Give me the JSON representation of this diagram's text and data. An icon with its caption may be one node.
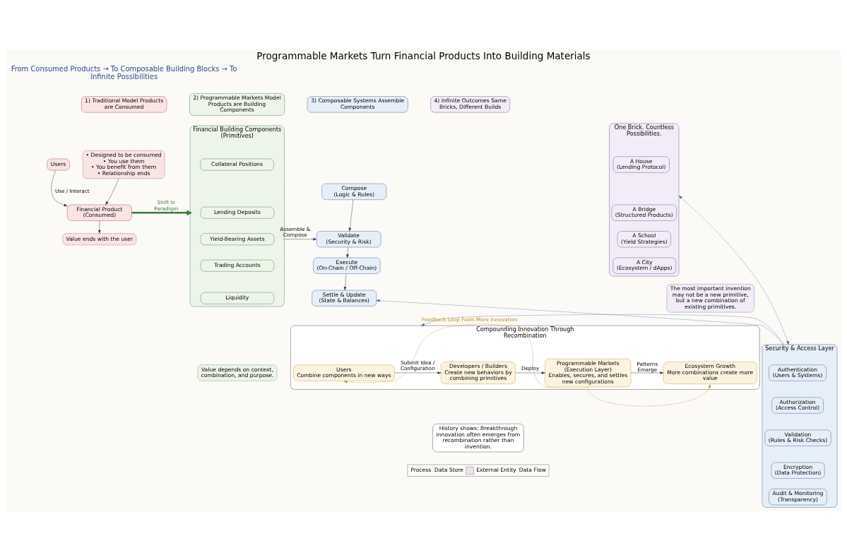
{
  "diagram": {
    "title": "Programmable Markets Turn Financial Products Into Building Materials",
    "nodes": [
      {
        "text": [
          "1) Traditional Model Products are Consumed"
        ]
      },
      {
        "text": [
          "2) Programmable Markets Model Products are Building Components"
        ]
      },
      {
        "text": [
          "3) Composable Systems Assemble Components"
        ]
      },
      {
        "text": [
          "4) Infinite Outcomes Same Bricks, Different Builds"
        ]
      },
      {
        "text": [
          "• Designed to be consumed",
          "• You use them",
          "• You benefit from them",
          "• Relationship ends"
        ]
      },
      {
        "text": [
          "Users"
        ]
      },
      {
        "text": [
          "Financial Product",
          "(Consumed)"
        ]
      },
      {
        "text": [
          "Value ends with the user"
        ]
      },
      {
        "text": [
          "Financial Building Components (Primitives)"
        ]
      },
      {
        "text": [
          "Collateral Positions"
        ],
        "in": 8
      },
      {
        "text": [
          "Lending Deposits"
        ],
        "in": 8
      },
      {
        "text": [
          "Yield-Bearing Assets"
        ],
        "in": 8
      },
      {
        "text": [
          "Trading Accounts"
        ],
        "in": 8
      },
      {
        "text": [
          "Liquidity"
        ],
        "in": 8
      },
      {
        "text": [
          "Value depends on context, combination, and purpose."
        ]
      },
      {
        "text": [
          "Compose",
          "(Logic & Rules)"
        ]
      },
      {
        "text": [
          "Validate",
          "(Security & Risk)"
        ]
      },
      {
        "text": [
          "Execute",
          "(On-Chain / Off-Chain)"
        ]
      },
      {
        "text": [
          "Settle & Update",
          "(State & Balances)"
        ]
      },
      {
        "text": [
          "One Brick. Countless Possibilities."
        ]
      },
      {
        "text": [
          "A House",
          "(Lending Protocol)"
        ],
        "in": 19
      },
      {
        "text": [
          "A Bridge",
          "(Structured Products)"
        ],
        "in": 19
      },
      {
        "text": [
          "A School",
          "(Yield Strategies)"
        ],
        "in": 19
      },
      {
        "text": [
          "A City",
          "(Ecosystem / dApps)"
        ],
        "in": 19
      },
      {
        "text": [
          "The most important invention may not be a new primitive, but a new combination of existing primitives."
        ]
      },
      {
        "text": [
          "Security & Access Layer"
        ]
      },
      {
        "text": [
          "Authentication",
          "(Users & Systems)"
        ],
        "in": 25
      },
      {
        "text": [
          "Authorization",
          "(Access Control)"
        ],
        "in": 25
      },
      {
        "text": [
          "Validation",
          "(Rules & Risk Checks)"
        ],
        "in": 25
      },
      {
        "text": [
          "Encryption",
          "(Data Protection)"
        ],
        "in": 25
      },
      {
        "text": [
          "Audit & Monitoring",
          "(Transparency)"
        ],
        "in": 25
      },
      {
        "text": [
          "Compounding Innovation Through Recombination"
        ]
      },
      {
        "text": [
          "Users",
          "Combine components in new ways"
        ],
        "in": 31
      },
      {
        "text": [
          "Developers / Builders",
          "Create new behaviors by combining primitives"
        ],
        "in": 31
      },
      {
        "text": [
          "Programmable Markets (Execution Layer)",
          "Enables, secures, and settles new configurations"
        ],
        "in": 31
      },
      {
        "text": [
          "Ecosystem Growth",
          "More combinations create more value"
        ],
        "in": 31
      },
      {
        "text": [
          "History shows: Breakthrough innovation often emerges from recombination rather than invention."
        ]
      }
    ],
    "edges": [
      {
        "from": 4,
        "to": 6,
        "arrow": "to"
      },
      {
        "from": 5,
        "to": 6,
        "arrow": "to",
        "label": "Use / Interact"
      },
      {
        "from": 6,
        "to": 7,
        "arrow": "to"
      },
      {
        "from": 6,
        "to": 8,
        "arrow": "to",
        "label": "Shift in Paradigm",
        "style": "thick",
        "color": "#3f7a3a"
      },
      {
        "from": 8,
        "to": 16,
        "arrow": "to",
        "label": "Assemble & Compose"
      },
      {
        "from": 15,
        "to": 16,
        "arrow": "to"
      },
      {
        "from": 16,
        "to": 17,
        "arrow": "to"
      },
      {
        "from": 17,
        "to": 18,
        "arrow": "to"
      },
      {
        "from": 19,
        "to": 25,
        "arrow": "both",
        "style": "dashed",
        "color": "#3a5f9a"
      },
      {
        "from": 25,
        "to": 18,
        "arrow": "to",
        "style": "dashed",
        "color": "#3a5f9a"
      },
      {
        "from": 25,
        "to": 31,
        "arrow": "to",
        "style": "dashed",
        "color": "#3a5f9a"
      },
      {
        "from": 32,
        "to": 33,
        "arrow": "to",
        "label": "Submit Idea / Configuration"
      },
      {
        "from": 33,
        "to": 34,
        "arrow": "to",
        "label": "Deploy"
      },
      {
        "from": 34,
        "to": 35,
        "arrow": "to",
        "label": "Patterns Emerge"
      },
      {
        "from": 34,
        "to": 32,
        "arrow": "to",
        "label": "Feedback Loop Fuels More Innovation",
        "style": "dashed",
        "color": "#c98a1e"
      },
      {
        "from": 34,
        "to": 35,
        "arrow": "to",
        "style": "dashed",
        "color": "#c98a1e"
      }
    ],
    "labels": [
      "From Consumed Products → To Composable Building Blocks → To Infinite Possibilities"
    ],
    "legend": [
      {
        "text": "Process"
      },
      {
        "text": "Data Store"
      },
      {
        "text": "External Entity",
        "color": "#ece4f4"
      },
      {
        "text": "Data Flow"
      }
    ]
  }
}
